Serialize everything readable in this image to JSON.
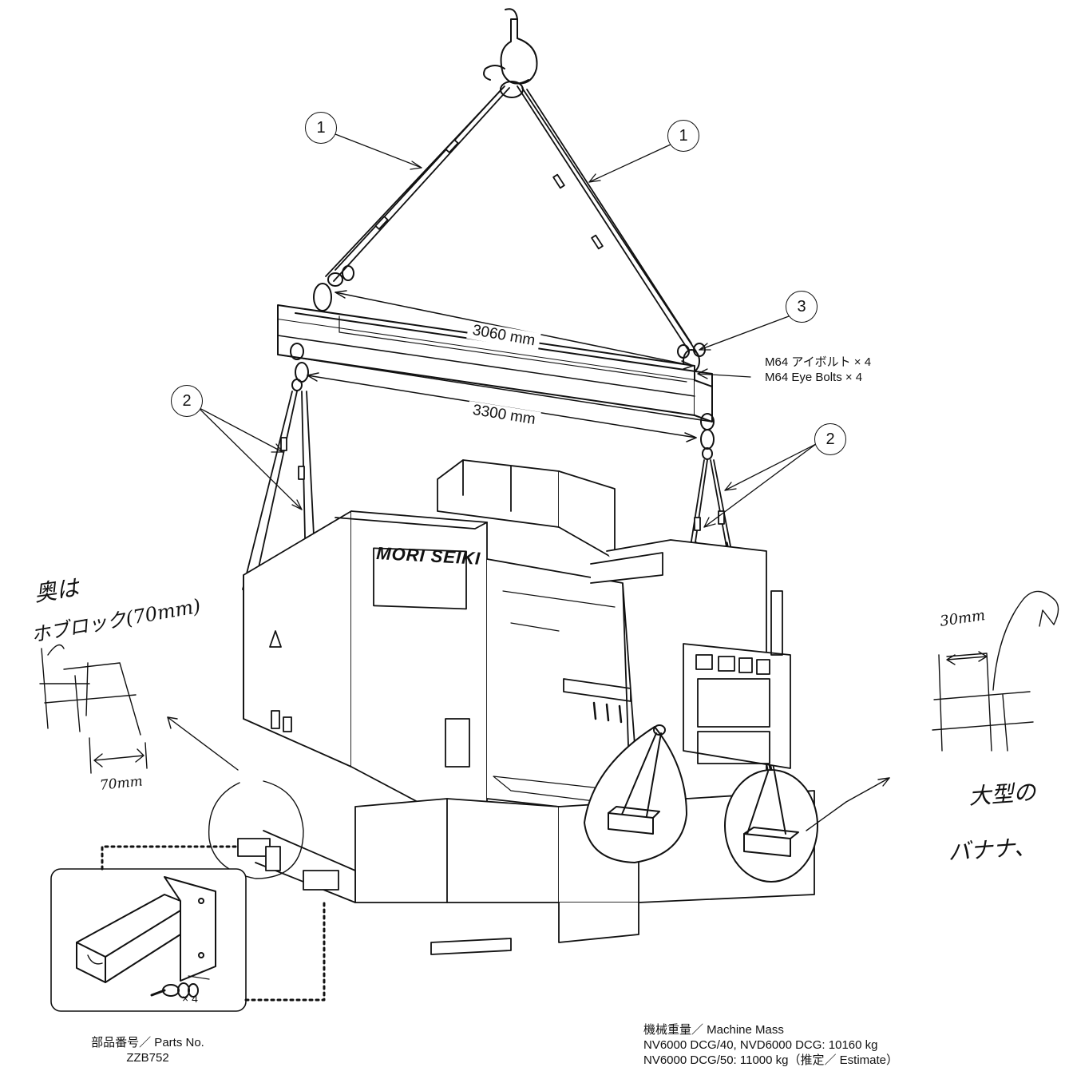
{
  "dimensions": {
    "upper": "3060 mm",
    "lower": "3300 mm"
  },
  "callouts": {
    "wire_left": "1",
    "wire_right": "1",
    "eye_bolt": "3",
    "sling_left": "2",
    "sling_right": "2"
  },
  "eye_bolt_label": {
    "jp": "M64 アイボルト × 4",
    "en": "M64 Eye Bolts × 4"
  },
  "machine_brand": "MORI SEIKI",
  "parts": {
    "label": "部品番号／ Parts No.",
    "number": "ZZB752",
    "bolt_qty": "× 4"
  },
  "mass": {
    "heading": "機械重量／ Machine Mass",
    "line1": "NV6000 DCG/40, NVD6000 DCG: 10160 kg",
    "line2": "NV6000 DCG/50: 11000 kg（推定／ Estimate）"
  },
  "handwritten": {
    "left_line1": "奥は",
    "left_line2": "ホブロック(70mm)",
    "left_dim": "70mm",
    "right_dim": "30mm",
    "right_line1": "大型の",
    "right_line2": "バナナ、"
  }
}
